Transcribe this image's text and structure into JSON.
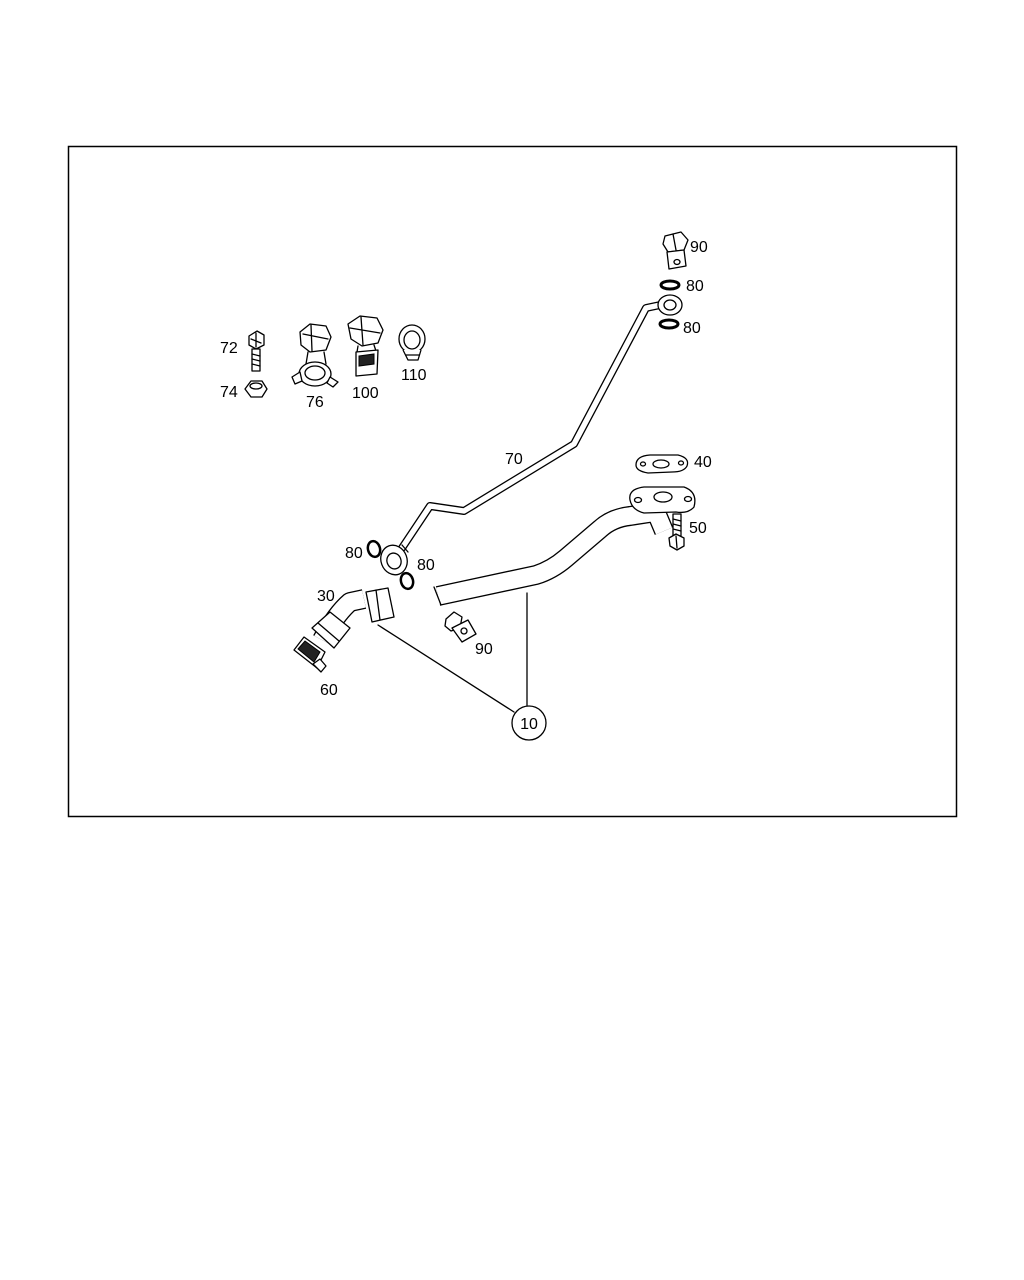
{
  "diagram": {
    "part_labels": {
      "p90_top": "90",
      "p80_top_a": "80",
      "p80_top_b": "80",
      "p72": "72",
      "p74": "74",
      "p76": "76",
      "p100": "100",
      "p110": "110",
      "p70": "70",
      "p40": "40",
      "p50": "50",
      "p80_left": "80",
      "p80_right": "80",
      "p30": "30",
      "p90_bottom": "90",
      "p60": "60",
      "p10": "10"
    }
  }
}
